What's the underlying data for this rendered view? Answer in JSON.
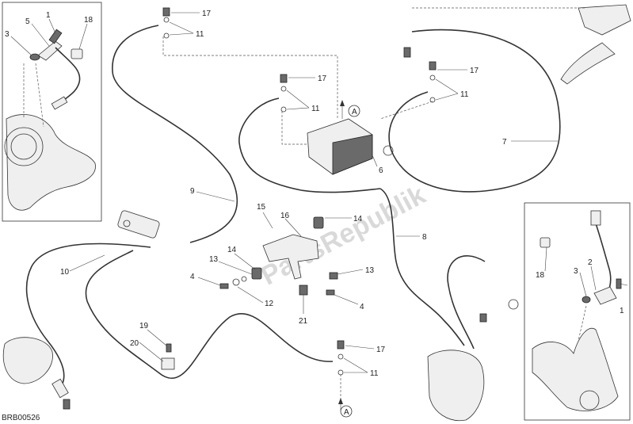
{
  "diagram": {
    "code": "BRB00526",
    "watermark": "PartsRepublik",
    "arrow_label": "A",
    "callouts": {
      "c1_a": "1",
      "c5": "5",
      "c18_a": "18",
      "c3_a": "3",
      "c17_a": "17",
      "c11_a": "11",
      "c17_b": "17",
      "c11_b": "11",
      "c17_c": "17",
      "c11_c": "11",
      "c7": "7",
      "c6": "6",
      "c9": "9",
      "c15": "15",
      "c16": "16",
      "c14_a": "14",
      "c14_b": "14",
      "c13_a": "13",
      "c8": "8",
      "c10": "10",
      "c4_a": "4",
      "c12": "12",
      "c13_b": "13",
      "c4_b": "4",
      "c21": "21",
      "c19": "19",
      "c20": "20",
      "c17_d": "17",
      "c11_d": "11",
      "c18_b": "18",
      "c3_b": "3",
      "c2": "2",
      "c1_b": "1"
    }
  }
}
